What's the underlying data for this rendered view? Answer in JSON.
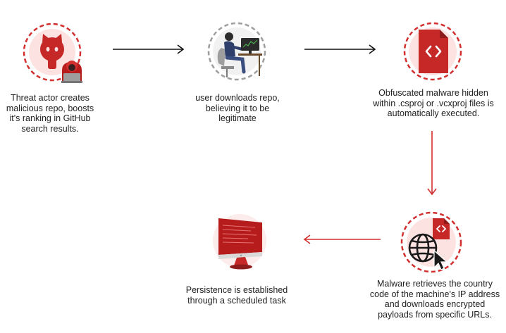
{
  "steps": [
    {
      "icon": "github-hacker-icon",
      "lines": [
        "Threat actor creates",
        "malicious repo, boosts",
        "it's ranking in GitHub",
        "search results."
      ]
    },
    {
      "icon": "user-at-computer-icon",
      "lines": [
        "user downloads repo,",
        "believing it to be",
        "legitimate"
      ]
    },
    {
      "icon": "code-file-icon",
      "lines": [
        "Obfuscated malware hidden",
        "within .csproj or .vcxproj files is",
        "automatically executed."
      ]
    },
    {
      "icon": "globe-cursor-code-icon",
      "lines": [
        "Malware retrieves the country",
        "code of the machine's IP address",
        "and downloads encrypted",
        "payloads from specific URLs."
      ]
    },
    {
      "icon": "monitor-icon",
      "lines": [
        "Persistence is established",
        "through a scheduled task"
      ]
    }
  ],
  "colors": {
    "accent": "#d32f2f",
    "accent_dark": "#c62828",
    "dashed_gray": "#9e9e9e",
    "arrow_black": "#111111"
  }
}
